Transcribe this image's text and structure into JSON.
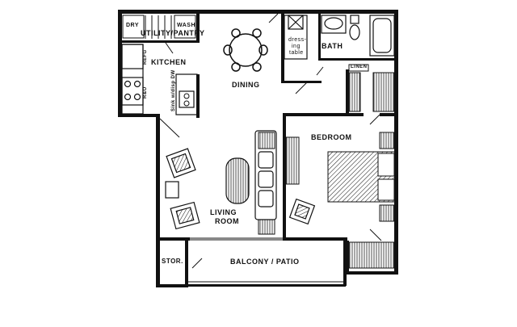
{
  "rooms": {
    "utility_pantry": "UTILITY/PANTRY",
    "kitchen": "KITCHEN",
    "dining": "DINING",
    "bath": "BATH",
    "bedroom": "BEDROOM",
    "living_room_line1": "LIVING",
    "living_room_line2": "ROOM",
    "balcony_patio": "BALCONY / PATIO",
    "storage": "STOR."
  },
  "fixtures": {
    "dryer": "DRY",
    "washer": "WASH",
    "refrigerator": "REFG",
    "range_oven": "R&O",
    "sink_dishwasher": "Sink w/disp DW",
    "dressing_table_line1": "dress-",
    "dressing_table_line2": "ing",
    "dressing_table_line3": "table",
    "linen": "LINEN"
  }
}
